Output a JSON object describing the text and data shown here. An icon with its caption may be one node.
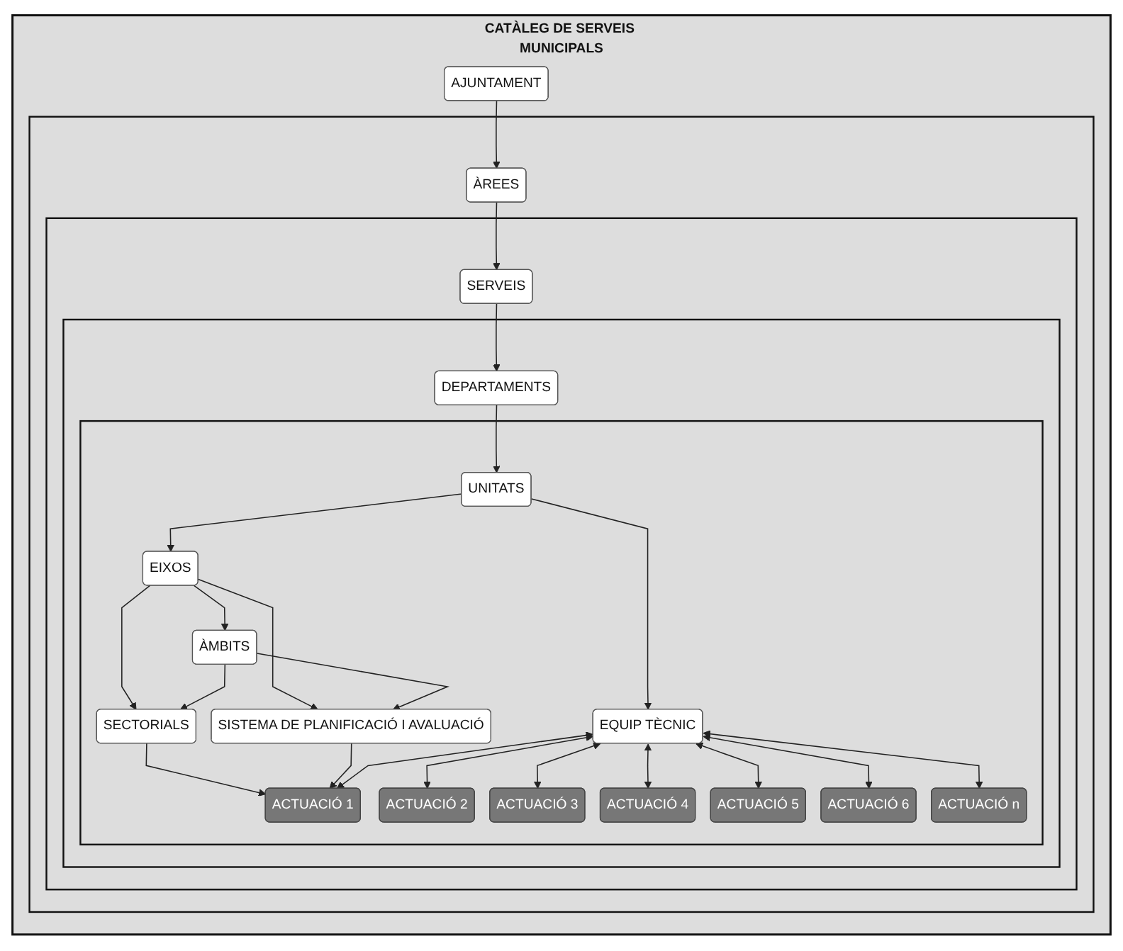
{
  "diagram": {
    "nodes": [
      {
        "text": [
          "CATÀLEG DE SERVEIS MUNICIPALS"
        ]
      },
      {
        "text": [
          "AJUNTAMENT"
        ],
        "in": 0
      },
      {
        "text": [],
        "shape": "box",
        "in": 0
      },
      {
        "text": [
          "ÀREES"
        ],
        "in": 2
      },
      {
        "text": [],
        "shape": "box",
        "in": 2
      },
      {
        "text": [
          "SERVEIS"
        ],
        "in": 4
      },
      {
        "text": [],
        "shape": "box",
        "in": 4
      },
      {
        "text": [
          "DEPARTAMENTS"
        ],
        "in": 6
      },
      {
        "text": [],
        "shape": "box",
        "in": 6
      },
      {
        "text": [
          "UNITATS"
        ],
        "in": 8
      },
      {
        "text": [
          "EIXOS"
        ],
        "in": 8
      },
      {
        "text": [
          "ÀMBITS"
        ],
        "in": 8
      },
      {
        "text": [
          "SECTORIALS"
        ],
        "in": 8
      },
      {
        "text": [
          "SISTEMA DE PLANIFICACIÓ I AVALUACIÓ"
        ],
        "in": 8
      },
      {
        "text": [
          "ACTUACIÓ 1"
        ],
        "in": 8
      },
      {
        "text": [
          "ACTUACIÓ 2"
        ],
        "in": 8
      },
      {
        "text": [
          "ACTUACIÓ 3"
        ],
        "in": 8
      },
      {
        "text": [
          "ACTUACIÓ 4"
        ],
        "in": 8
      },
      {
        "text": [
          "ACTUACIÓ 5"
        ],
        "in": 8
      },
      {
        "text": [
          "ACTUACIÓ 6"
        ],
        "in": 8
      },
      {
        "text": [
          "ACTUACIÓ n"
        ],
        "in": 8
      },
      {
        "text": [
          "EQUIP TÈCNIC"
        ],
        "in": 8
      }
    ],
    "edges": [
      {
        "from": 1,
        "to": 3,
        "arrow": "to"
      },
      {
        "from": 3,
        "to": 5,
        "arrow": "to"
      },
      {
        "from": 5,
        "to": 7,
        "arrow": "to"
      },
      {
        "from": 7,
        "to": 9,
        "arrow": "to"
      },
      {
        "from": 9,
        "to": 10,
        "arrow": "to"
      },
      {
        "from": 9,
        "to": 21,
        "arrow": "to"
      },
      {
        "from": 10,
        "to": 11,
        "arrow": "to"
      },
      {
        "from": 10,
        "to": 12,
        "arrow": "to"
      },
      {
        "from": 10,
        "to": 13,
        "arrow": "to"
      },
      {
        "from": 11,
        "to": 12,
        "arrow": "to"
      },
      {
        "from": 11,
        "to": 13,
        "arrow": "to"
      },
      {
        "from": 12,
        "to": 14,
        "arrow": "to"
      },
      {
        "from": 13,
        "to": 14,
        "arrow": "to"
      },
      {
        "from": 21,
        "to": 14,
        "arrow": "both"
      },
      {
        "from": 21,
        "to": 15,
        "arrow": "both"
      },
      {
        "from": 21,
        "to": 16,
        "arrow": "both"
      },
      {
        "from": 21,
        "to": 17,
        "arrow": "both"
      },
      {
        "from": 21,
        "to": 18,
        "arrow": "both"
      },
      {
        "from": 21,
        "to": 19,
        "arrow": "both"
      },
      {
        "from": 21,
        "to": 20,
        "arrow": "both"
      }
    ]
  }
}
